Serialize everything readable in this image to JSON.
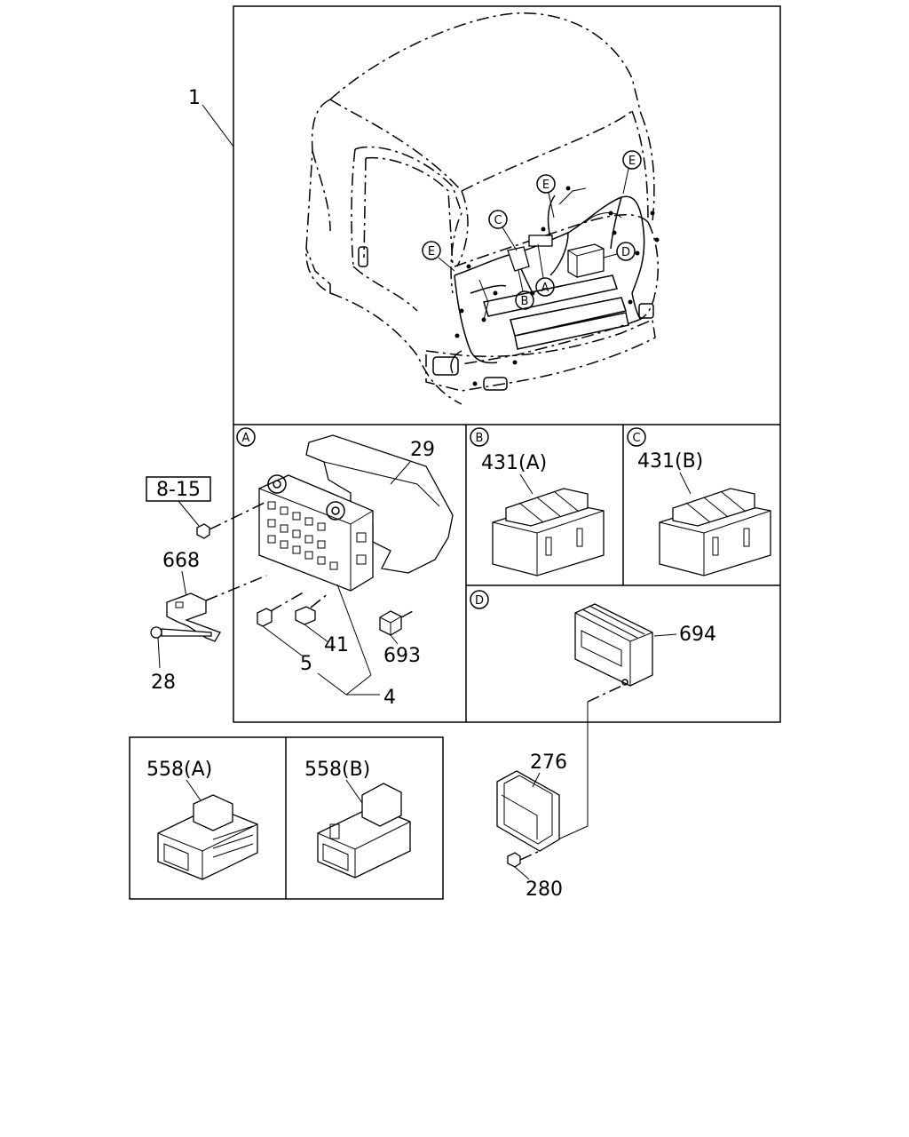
{
  "callouts": {
    "harness": "1",
    "ref_box": "8-15",
    "fuse_box_cover": "29",
    "bracket": "668",
    "bolt": "28",
    "fuse_small": "5",
    "fuse_medium": "41",
    "fuse_set": "4",
    "relay": "693",
    "relay_a": "431(A)",
    "relay_b": "431(B)",
    "control_unit": "694",
    "unit_bracket": "276",
    "nut": "280",
    "connector_a": "558(A)",
    "connector_b": "558(B)"
  },
  "detail_markers": {
    "a": "A",
    "b": "B",
    "c": "C",
    "d": "D",
    "e": "E"
  }
}
